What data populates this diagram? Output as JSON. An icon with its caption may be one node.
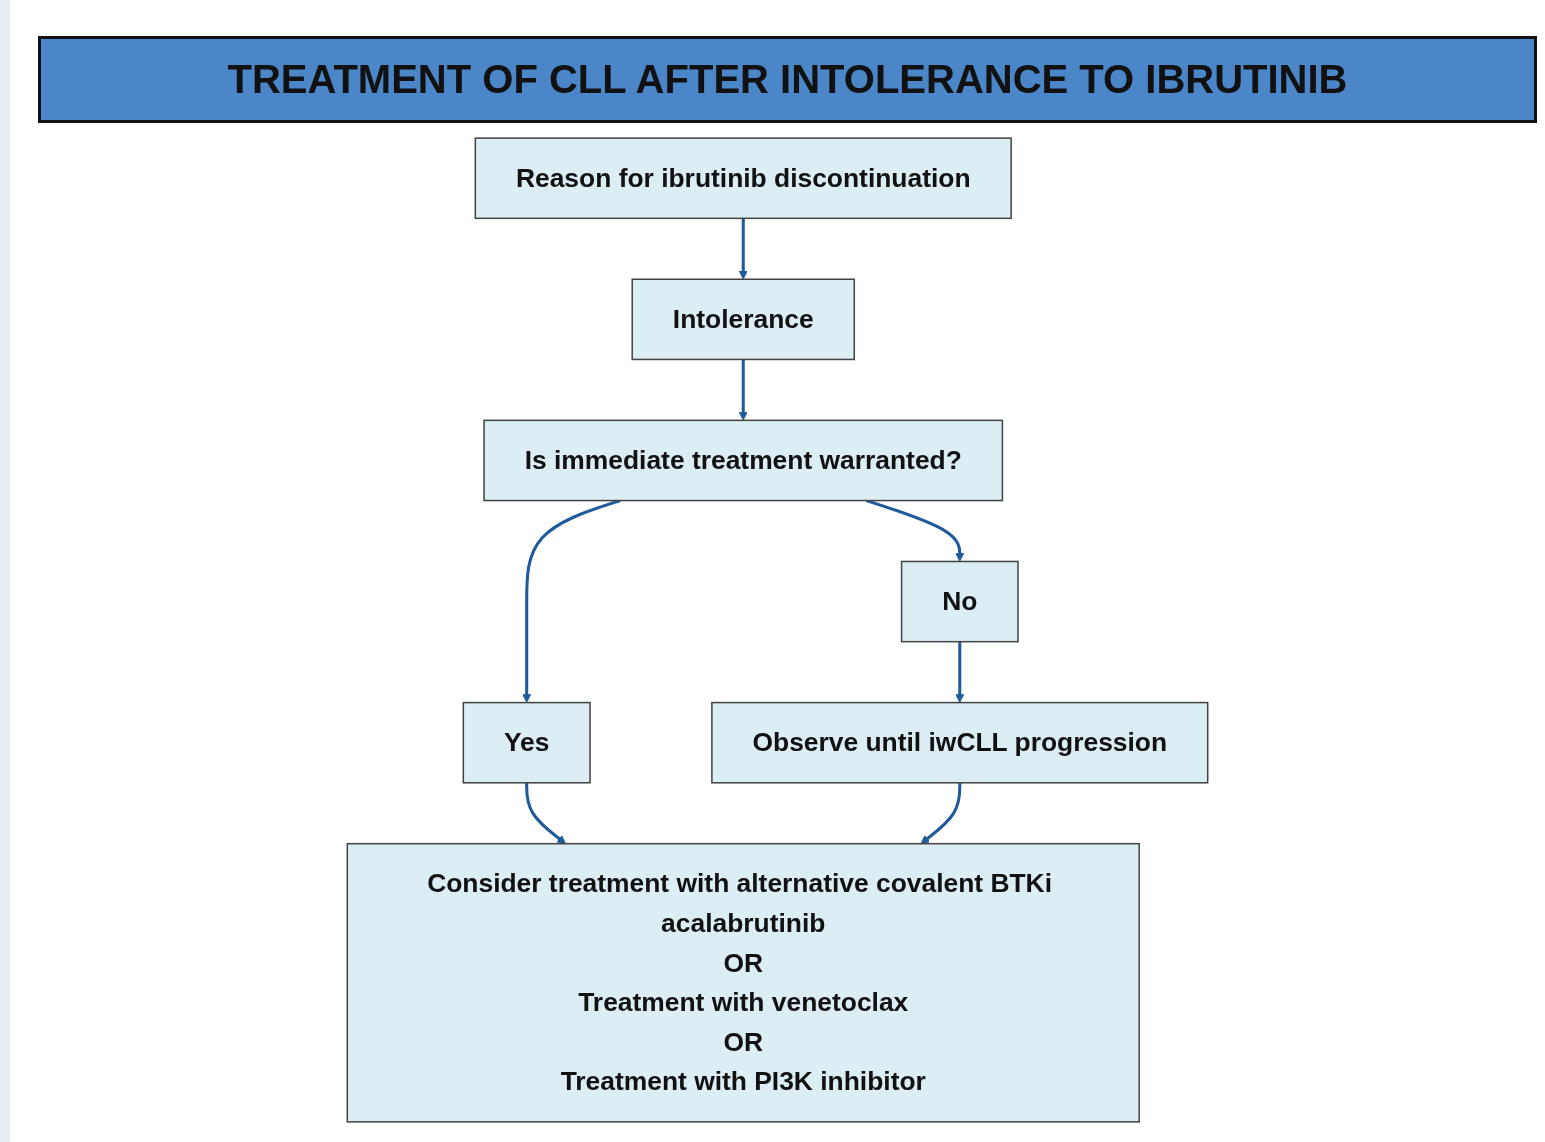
{
  "diagram": {
    "title": "TREATMENT OF CLL AFTER INTOLERANCE TO IBRUTINIB",
    "nodes": [
      {
        "text": [
          "Reason for ibrutinib discontinuation"
        ]
      },
      {
        "text": [
          "Intolerance"
        ]
      },
      {
        "text": [
          "Is immediate treatment warranted?"
        ]
      },
      {
        "text": [
          "Yes"
        ]
      },
      {
        "text": [
          "No"
        ]
      },
      {
        "text": [
          "Consider treatment with alternative covalent BTKi acalabrutinib",
          "OR",
          "Treatment with venetoclax",
          "OR",
          "Treatment with PI3K inhibitor"
        ]
      },
      {
        "text": [
          "Observe until iwCLL progression"
        ]
      }
    ],
    "edges": [
      {
        "from": 0,
        "to": 1,
        "arrow": "to"
      },
      {
        "from": 1,
        "to": 2,
        "arrow": "to"
      },
      {
        "from": 2,
        "to": 3,
        "arrow": "to"
      },
      {
        "from": 2,
        "to": 4,
        "arrow": "to"
      },
      {
        "from": 3,
        "to": 5,
        "arrow": "to"
      },
      {
        "from": 4,
        "to": 6,
        "arrow": "to"
      },
      {
        "from": 6,
        "to": 5,
        "arrow": "to"
      }
    ]
  }
}
